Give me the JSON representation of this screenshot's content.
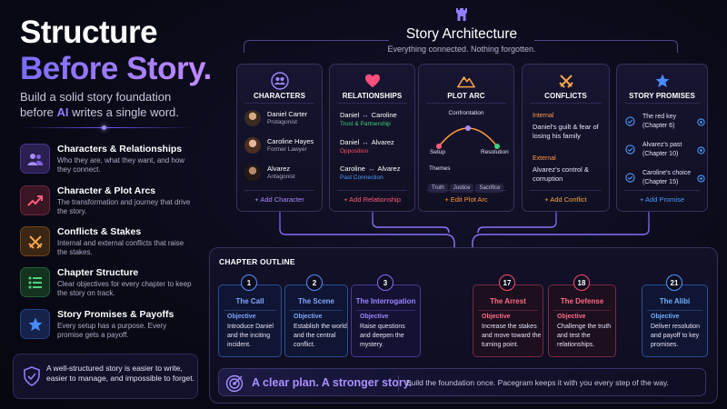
{
  "hero": {
    "title_line1": "Structure",
    "title_line2": "Before Story.",
    "subtitle_before": "Build a solid story foundation before ",
    "subtitle_ai": "AI",
    "subtitle_after": " writes a single word."
  },
  "features": [
    {
      "title": "Characters & Relationships",
      "desc": "Who they are, what they want, and how they connect.",
      "icon": "users-icon",
      "color": "#8b5cf6"
    },
    {
      "title": "Character & Plot Arcs",
      "desc": "The transformation and journey that drive the story.",
      "icon": "trend-up-icon",
      "color": "#ef4f6b"
    },
    {
      "title": "Conflicts & Stakes",
      "desc": "Internal and external conflicts that raise the stakes.",
      "icon": "crossed-swords-icon",
      "color": "#f29a3a"
    },
    {
      "title": "Chapter Structure",
      "desc": "Clear objectives for every chapter to keep the story on track.",
      "icon": "list-icon",
      "color": "#3fc36b"
    },
    {
      "title": "Story Promises & Payoffs",
      "desc": "Every setup has a purpose. Every promise gets a payoff.",
      "icon": "star-icon",
      "color": "#4a8cff"
    }
  ],
  "quote": "A well-structured story is easier to write, easier to manage, and impossible to forget.",
  "architecture": {
    "title": "Story Architecture",
    "subtitle": "Everything connected. Nothing forgotten."
  },
  "cards": {
    "characters": {
      "title": "CHARACTERS",
      "items": [
        {
          "name": "Daniel Carter",
          "role": "Protagonist"
        },
        {
          "name": "Caroline Hayes",
          "role": "Former Lawyer"
        },
        {
          "name": "Alvarez",
          "role": "Antagonist"
        }
      ],
      "action": "+ Add Character"
    },
    "relationships": {
      "title": "RELATIONSHIPS",
      "items": [
        {
          "a": "Daniel",
          "b": "Caroline",
          "status": "Trust & Partnership",
          "color": "#3fd07a"
        },
        {
          "a": "Daniel",
          "b": "Alvarez",
          "status": "Opposition",
          "color": "#ff4d5e"
        },
        {
          "a": "Caroline",
          "b": "Alvarez",
          "status": "Past Connection",
          "color": "#4a9cff"
        }
      ],
      "arrow": "↔",
      "action": "+ Add Relationship"
    },
    "plot_arc": {
      "title": "PLOT ARC",
      "points": {
        "setup": "Setup",
        "confrontation": "Confrontation",
        "resolution": "Resolution"
      },
      "themes_label": "Themes",
      "themes": [
        "Truth",
        "Justice",
        "Sacrifice"
      ],
      "action": "+ Edit Plot Arc"
    },
    "conflicts": {
      "title": "CONFLICTS",
      "internal_label": "Internal",
      "internal_text": "Daniel's guilt & fear of losing his family",
      "external_label": "External",
      "external_text": "Alvarez's control & corruption",
      "action": "+ Add Conflict"
    },
    "promises": {
      "title": "STORY PROMISES",
      "items": [
        {
          "line1": "The red key",
          "line2": "(Chapter 6)"
        },
        {
          "line1": "Alvarez's past",
          "line2": "(Chapter 10)"
        },
        {
          "line1": "Caroline's choice",
          "line2": "(Chapter 15)"
        }
      ],
      "action": "+ Add Promise"
    }
  },
  "outline": {
    "title": "CHAPTER OUTLINE",
    "objective_label": "Objective",
    "chapters": [
      {
        "num": "1",
        "title": "The Call",
        "desc": "Introduce Daniel and the inciting incident.",
        "color": "#5a8cff"
      },
      {
        "num": "2",
        "title": "The Scene",
        "desc": "Establish the world and the central conflict.",
        "color": "#5a8cff"
      },
      {
        "num": "3",
        "title": "The Interrogation",
        "desc": "Raise questions and deepen the mystery.",
        "color": "#8a6cff"
      },
      {
        "num": "17",
        "title": "The Arrest",
        "desc": "Increase the stakes and move toward the turning point.",
        "color": "#ff4d6d"
      },
      {
        "num": "18",
        "title": "The Defense",
        "desc": "Challenge the truth and test the relationships.",
        "color": "#ff4d6d"
      },
      {
        "num": "21",
        "title": "The Alibi",
        "desc": "Deliver resolution and payoff to key promises.",
        "color": "#4a9cff"
      }
    ]
  },
  "banner": {
    "tagline": "A clear plan. A stronger story.",
    "desc": "Build the foundation once. Pacegram keeps it with you every step of the way."
  }
}
